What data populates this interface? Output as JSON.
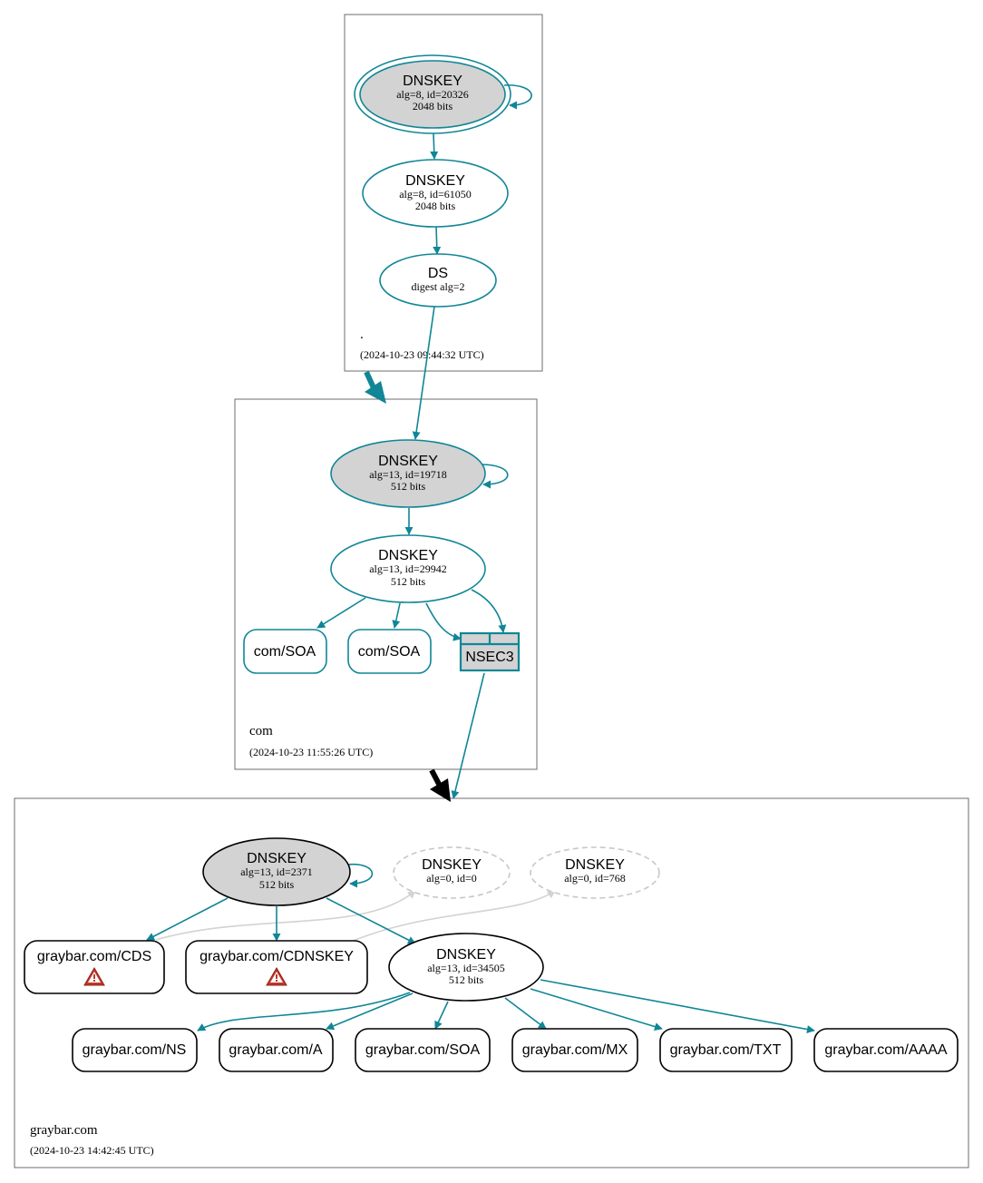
{
  "colors": {
    "edge": "#108696",
    "insecure_edge": "#d3d3d3",
    "ksk_fill": "#d3d3d3",
    "zone_border": "#6e6e6e",
    "delegation_arrow": "#000000",
    "warning": "#c0392b"
  },
  "zones": {
    "root": {
      "name": ".",
      "timestamp": "(2024-10-23 09:44:32 UTC)"
    },
    "com": {
      "name": "com",
      "timestamp": "(2024-10-23 11:55:26 UTC)"
    },
    "graybar": {
      "name": "graybar.com",
      "timestamp": "(2024-10-23 14:42:45 UTC)"
    }
  },
  "nodes": {
    "root_ksk": {
      "title": "DNSKEY",
      "line1": "alg=8, id=20326",
      "line2": "2048 bits"
    },
    "root_zsk": {
      "title": "DNSKEY",
      "line1": "alg=8, id=61050",
      "line2": "2048 bits"
    },
    "root_ds": {
      "title": "DS",
      "line1": "digest alg=2"
    },
    "com_ksk": {
      "title": "DNSKEY",
      "line1": "alg=13, id=19718",
      "line2": "512 bits"
    },
    "com_zsk": {
      "title": "DNSKEY",
      "line1": "alg=13, id=29942",
      "line2": "512 bits"
    },
    "com_soa_1": {
      "label": "com/SOA"
    },
    "com_soa_2": {
      "label": "com/SOA"
    },
    "com_nsec3": {
      "label": "NSEC3"
    },
    "gb_ksk": {
      "title": "DNSKEY",
      "line1": "alg=13, id=2371",
      "line2": "512 bits"
    },
    "gb_ghost_0": {
      "title": "DNSKEY",
      "line1": "alg=0, id=0"
    },
    "gb_ghost_768": {
      "title": "DNSKEY",
      "line1": "alg=0, id=768"
    },
    "gb_zsk": {
      "title": "DNSKEY",
      "line1": "alg=13, id=34505",
      "line2": "512 bits"
    },
    "gb_cds": {
      "label": "graybar.com/CDS",
      "icon": "warning-icon"
    },
    "gb_cdnskey": {
      "label": "graybar.com/CDNSKEY",
      "icon": "warning-icon"
    },
    "gb_ns": {
      "label": "graybar.com/NS"
    },
    "gb_a": {
      "label": "graybar.com/A"
    },
    "gb_soa": {
      "label": "graybar.com/SOA"
    },
    "gb_mx": {
      "label": "graybar.com/MX"
    },
    "gb_txt": {
      "label": "graybar.com/TXT"
    },
    "gb_aaaa": {
      "label": "graybar.com/AAAA"
    }
  }
}
